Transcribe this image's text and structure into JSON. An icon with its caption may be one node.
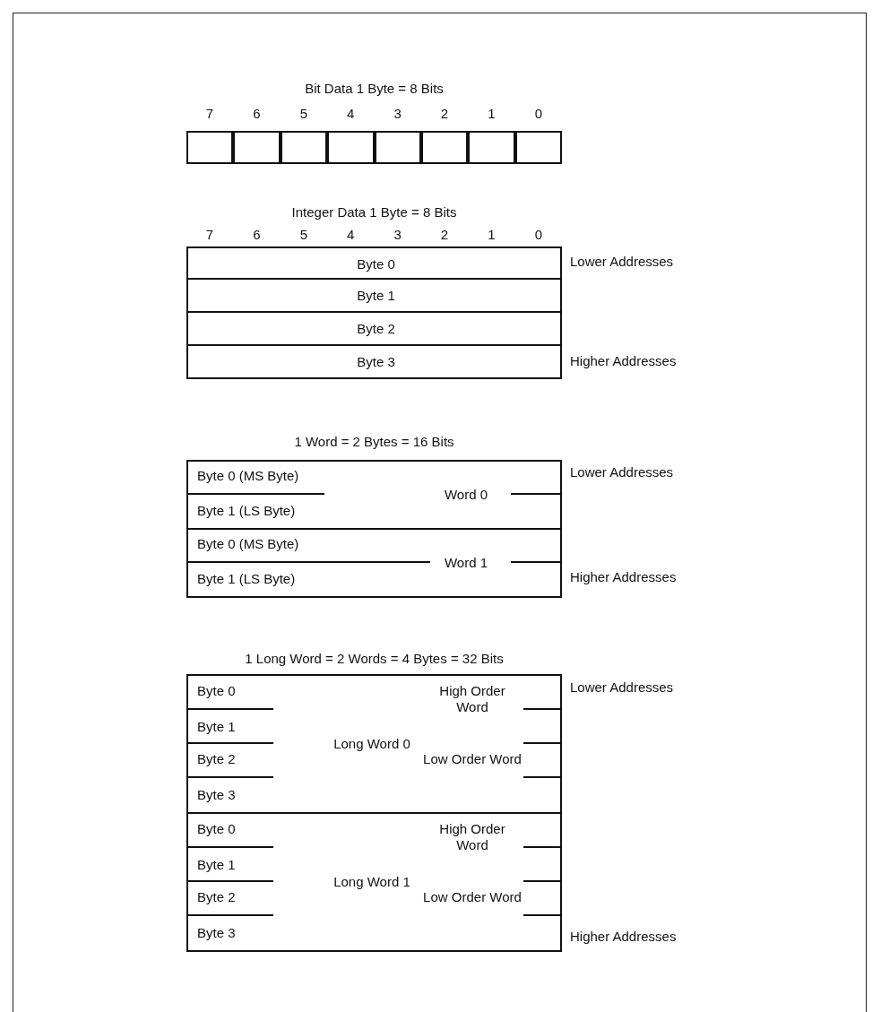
{
  "diagram": {
    "nodes": [
      {
        "text": [],
        "shape": "box"
      },
      {
        "text": [],
        "shape": "box"
      },
      {
        "text": [],
        "shape": "box"
      },
      {
        "text": [],
        "shape": "box"
      },
      {
        "text": [],
        "shape": "box"
      },
      {
        "text": [],
        "shape": "box"
      },
      {
        "text": [],
        "shape": "box"
      },
      {
        "text": [],
        "shape": "box"
      },
      {
        "text": [
          "Byte 0"
        ]
      },
      {
        "text": [
          "Byte 1"
        ]
      },
      {
        "text": [
          "Byte 2"
        ]
      },
      {
        "text": [
          "Byte 3"
        ]
      },
      {
        "text": [
          "1 Word = 2 Bytes = 16 Bits"
        ]
      },
      {
        "text": [
          "Word 0"
        ],
        "in": 12
      },
      {
        "text": [
          "Byte 0 (MS Byte)"
        ],
        "in": 13
      },
      {
        "text": [
          "Byte 1 (LS Byte)"
        ],
        "in": 13
      },
      {
        "text": [
          "Word 1"
        ],
        "in": 12
      },
      {
        "text": [
          "Byte 0 (MS Byte)"
        ],
        "in": 16
      },
      {
        "text": [
          "Byte 1 (LS Byte)"
        ],
        "in": 16
      },
      {
        "text": [
          "1 Long Word = 2 Words = 4 Bytes = 32 Bits"
        ]
      },
      {
        "text": [
          "Long Word 0"
        ],
        "in": 19
      },
      {
        "text": [
          "High Order Word"
        ],
        "in": 20
      },
      {
        "text": [
          "Byte 0"
        ],
        "in": 20
      },
      {
        "text": [
          "Byte 1"
        ],
        "in": 20
      },
      {
        "text": [
          "Low Order Word"
        ],
        "in": 20
      },
      {
        "text": [
          "Byte 2"
        ],
        "in": 20
      },
      {
        "text": [
          "Byte 3"
        ],
        "in": 20
      },
      {
        "text": [
          "Long Word 1"
        ],
        "in": 19
      },
      {
        "text": [
          "High Order Word"
        ],
        "in": 27
      },
      {
        "text": [
          "Byte 0"
        ],
        "in": 27
      },
      {
        "text": [
          "Byte 1"
        ],
        "in": 27
      },
      {
        "text": [
          "Low Order Word"
        ],
        "in": 27
      },
      {
        "text": [
          "Byte 2"
        ],
        "in": 27
      },
      {
        "text": [
          "Byte 3"
        ],
        "in": 27
      }
    ],
    "labels": [
      "Bit Data 1 Byte = 8 Bits",
      "7",
      "6",
      "5",
      "4",
      "3",
      "2",
      "1",
      "0",
      "Integer Data 1 Byte = 8 Bits",
      "7",
      "6",
      "5",
      "4",
      "3",
      "2",
      "1",
      "0",
      "Lower Addresses",
      "Higher Addresses",
      "Lower Addresses",
      "Higher Addresses",
      "Lower Addresses",
      "Higher Addresses"
    ]
  }
}
